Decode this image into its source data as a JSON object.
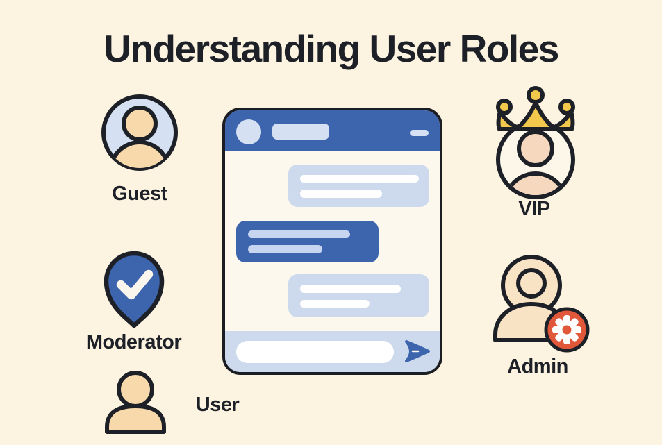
{
  "title": "Understanding User Roles",
  "roles": [
    {
      "id": "guest",
      "label": "Guest",
      "icon": "guest-avatar-circle-icon"
    },
    {
      "id": "vip",
      "label": "VIP",
      "icon": "vip-crown-avatar-icon"
    },
    {
      "id": "moderator",
      "label": "Moderator",
      "icon": "moderator-check-pin-icon"
    },
    {
      "id": "admin",
      "label": "Admin",
      "icon": "admin-user-gear-icon"
    },
    {
      "id": "user",
      "label": "User",
      "icon": "user-person-icon"
    }
  ],
  "chat_window": {
    "header_icons": [
      "avatar-circle-icon",
      "name-placeholder-pill",
      "minimize-dash-icon"
    ],
    "messages": [
      {
        "side": "right",
        "style": "light-blue",
        "placeholder_lines": 2
      },
      {
        "side": "left",
        "style": "primary-blue",
        "placeholder_lines": 2
      },
      {
        "side": "right",
        "style": "light-blue",
        "placeholder_lines": 2
      }
    ],
    "input": {
      "value": "",
      "placeholder": ""
    },
    "send_icon": "send-arrow-icon"
  },
  "colors": {
    "page_background": "#fcf3e1",
    "ink_outline_text": "#1d2127",
    "primary_blue": "#3d65ae",
    "light_blue": "#cdd9ed",
    "pale_blue": "#d5e1f3",
    "chat_body": "#fdf8ed",
    "skin": "#f8d9ab",
    "skin_vip": "#f5d8bd",
    "skin_admin": "#f8e3c5",
    "crown_gold": "#f2c94c",
    "admin_badge_orange": "#e0573a",
    "white": "#ffffff"
  }
}
